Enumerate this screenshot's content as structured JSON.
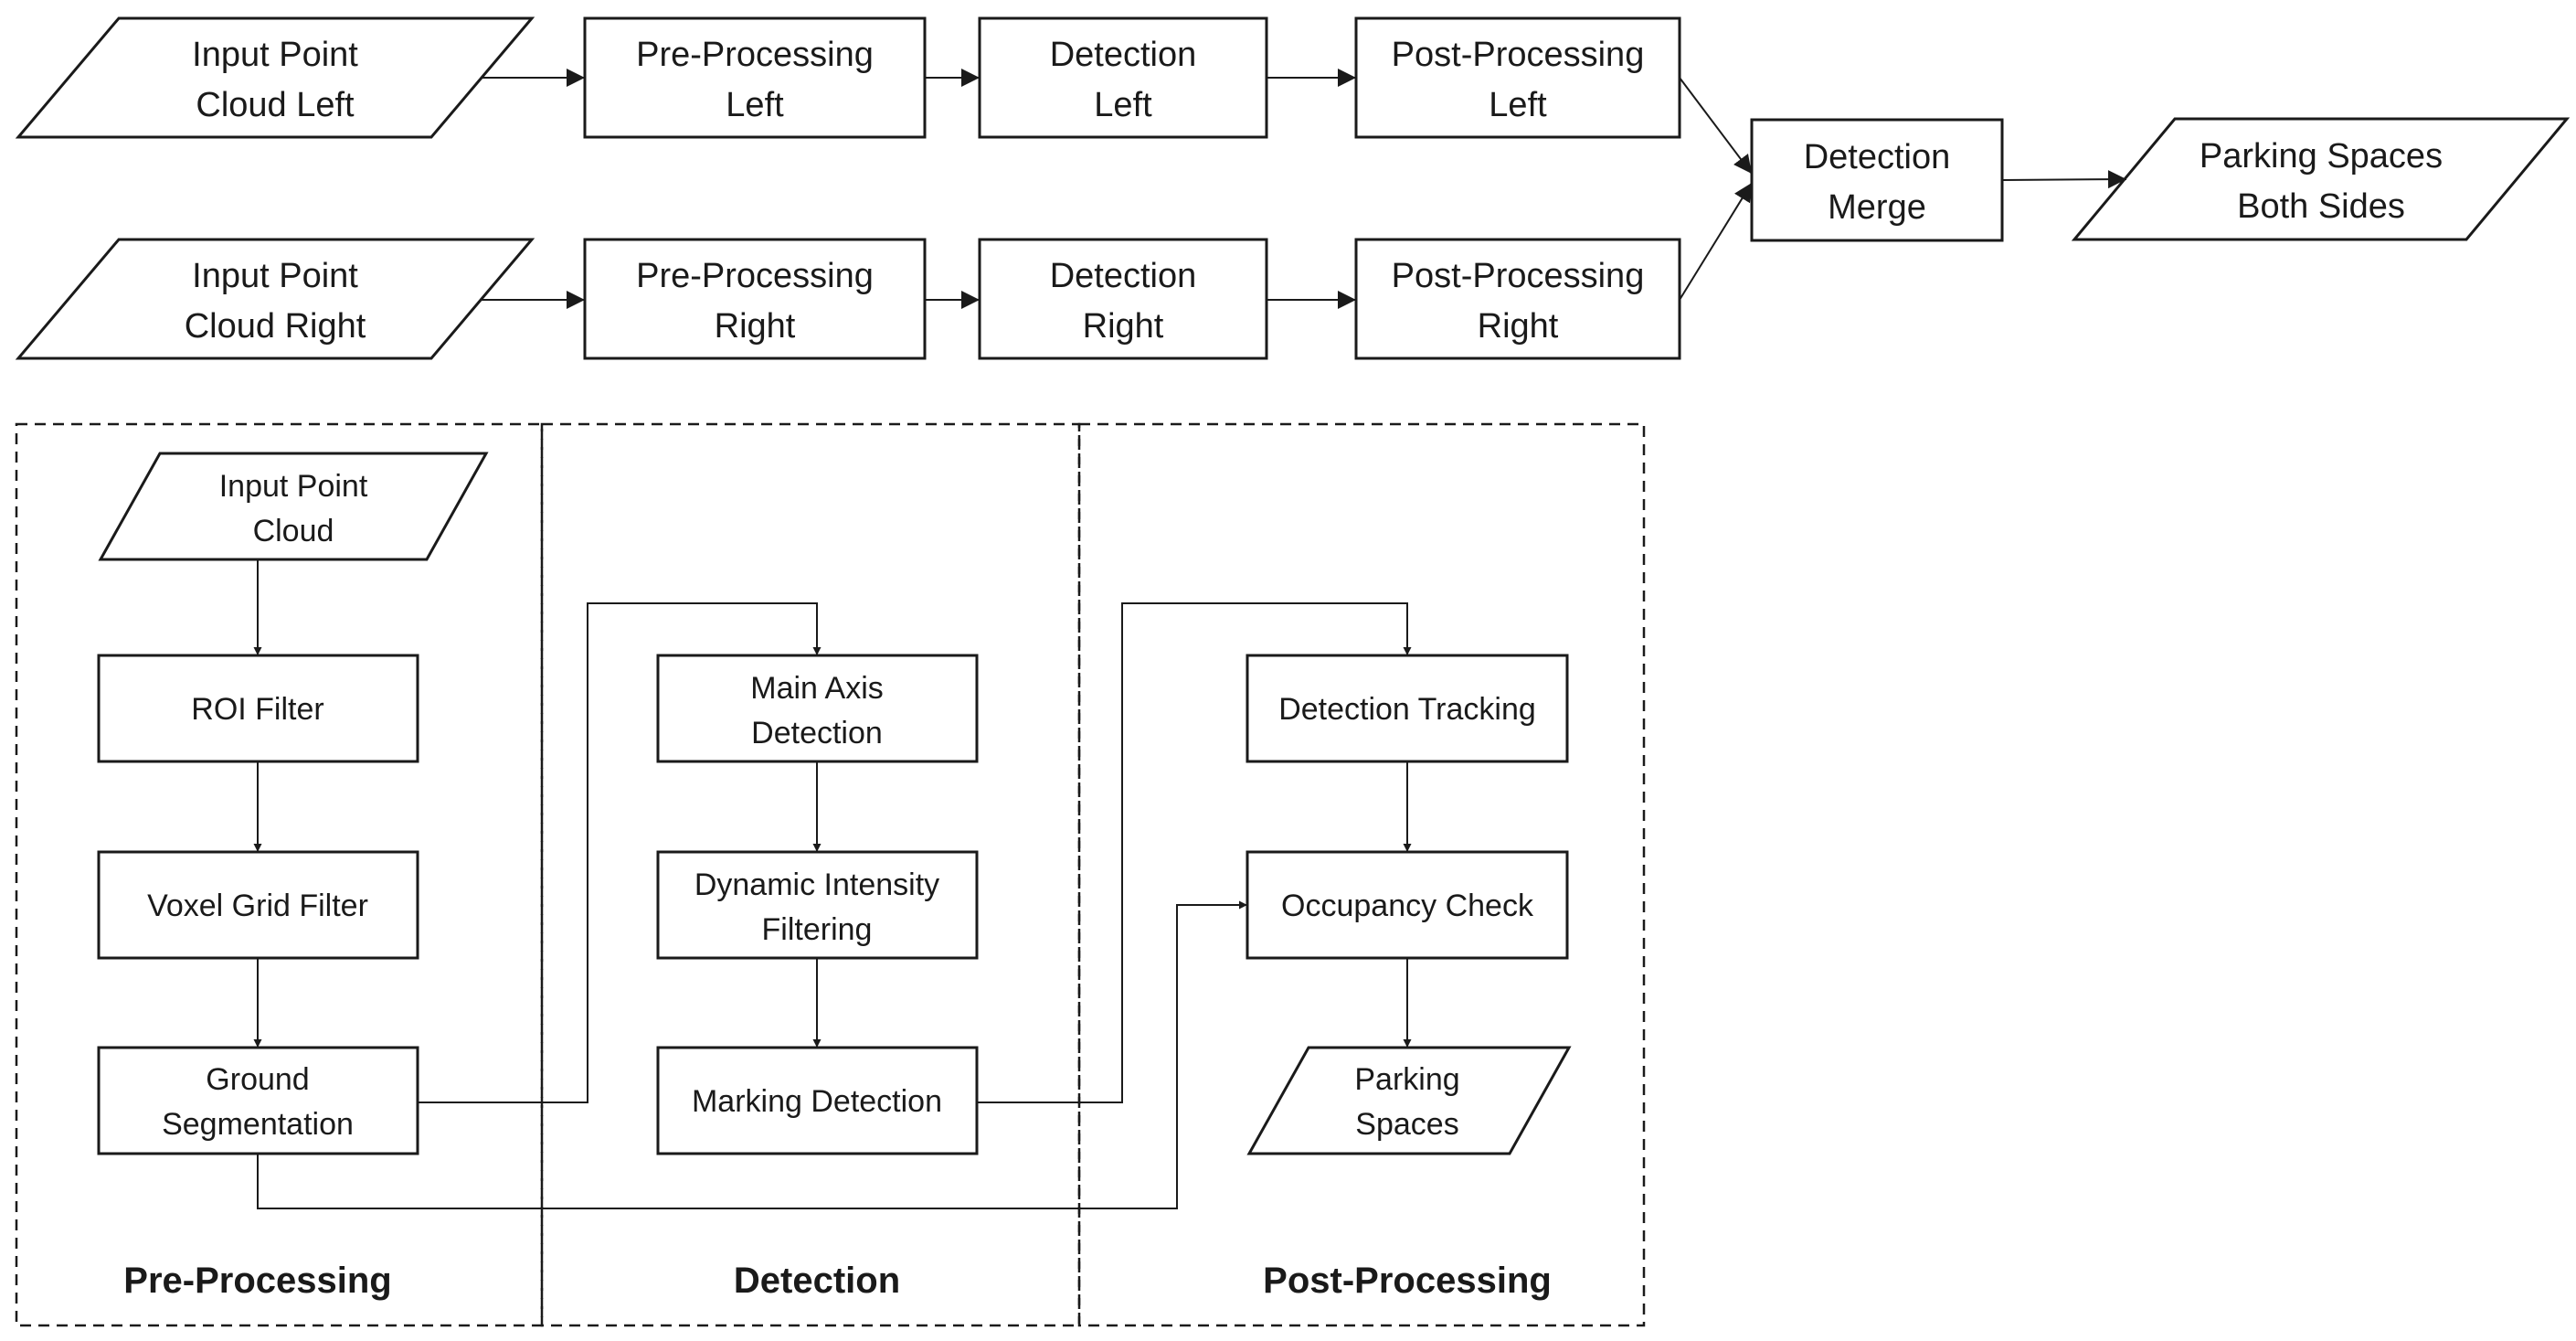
{
  "top_flow": {
    "input_left": [
      "Input Point",
      "Cloud Left"
    ],
    "preproc_left": [
      "Pre-Processing",
      "Left"
    ],
    "detect_left": [
      "Detection",
      "Left"
    ],
    "postproc_left": [
      "Post-Processing",
      "Left"
    ],
    "input_right": [
      "Input Point",
      "Cloud Right"
    ],
    "preproc_right": [
      "Pre-Processing",
      "Right"
    ],
    "detect_right": [
      "Detection",
      "Right"
    ],
    "postproc_right": [
      "Post-Processing",
      "Right"
    ],
    "merge": [
      "Detection",
      "Merge"
    ],
    "output": [
      "Parking Spaces",
      "Both Sides"
    ]
  },
  "detail": {
    "preprocessing": {
      "title": "Pre-Processing",
      "input": [
        "Input Point",
        "Cloud"
      ],
      "roi": "ROI Filter",
      "voxel": "Voxel Grid Filter",
      "ground": [
        "Ground",
        "Segmentation"
      ]
    },
    "detection": {
      "title": "Detection",
      "main_axis": [
        "Main Axis",
        "Detection"
      ],
      "intensity": [
        "Dynamic Intensity",
        "Filtering"
      ],
      "marking": "Marking Detection"
    },
    "postprocessing": {
      "title": "Post-Processing",
      "tracking": "Detection Tracking",
      "occupancy": "Occupancy Check",
      "output": [
        "Parking",
        "Spaces"
      ]
    }
  }
}
